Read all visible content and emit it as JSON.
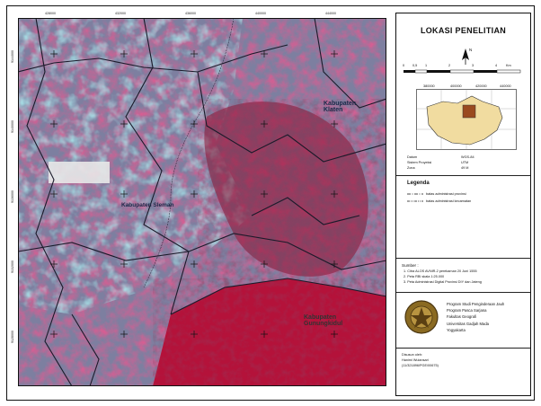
{
  "map": {
    "labels": {
      "klaten": [
        "Kabupaten",
        "Klaten"
      ],
      "sleman": "Kabupaten Sleman",
      "gunungkidul": [
        "Kabupaten",
        "Gunungkidul"
      ]
    },
    "top_ticks": [
      "428000",
      "432000",
      "436000",
      "440000",
      "444000"
    ],
    "left_ticks": [
      "9144000",
      "9140000",
      "9136000",
      "9132000",
      "9128000"
    ],
    "colors": {
      "vegetation": "#c8224a",
      "urban": "#4fd1d1",
      "soil": "#7d7fa0",
      "boundary": "#1a1a2a"
    }
  },
  "panel": {
    "title": "LOKASI PENELITIAN",
    "scale": {
      "ticks": [
        "0",
        "0,5",
        "1",
        "2",
        "3",
        "4"
      ],
      "unit": "Km"
    },
    "north": "N",
    "inset": {
      "top_ticks": [
        "380000",
        "400000",
        "420000",
        "440000"
      ]
    },
    "projection": {
      "datum_label": "Datum",
      "datum_value": "WGS-84",
      "system_label": "Sistem Proyeksi",
      "system_value": "UTM",
      "zone_label": "Zona",
      "zone_value": "49 M"
    },
    "legend": {
      "title": "Legenda",
      "items": [
        "batas administrasi provinsi",
        "batas administrasi kecamatan"
      ]
    },
    "sources": {
      "title": "Sumber :",
      "items": [
        "1. Citra ALOS AVNIR-2 perekaman 20 Juni 1555",
        "2. Peta RBI skala 1:25.000",
        "3. Peta Administrasi Digital Provinsi DIY dan Jateng"
      ]
    },
    "institution": [
      "Program Studi Penginderaan Jauh",
      "Program Pasca Sarjana",
      "Fakultas Geografi",
      "Universitas Gadjah Mada",
      "Yogyakarta"
    ],
    "author": {
      "label": "Disusun oleh:",
      "name": "Hanimi Wulansari",
      "id": "(11/321896/PGE/00675)"
    }
  }
}
